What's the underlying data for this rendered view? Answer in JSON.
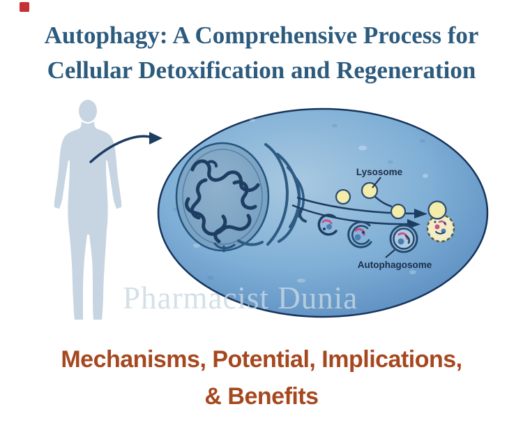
{
  "badge": {
    "color": "#c63131"
  },
  "title": {
    "line1": "Autophagy: A Comprehensive Process for",
    "line2": "Cellular Detoxification and Regeneration",
    "color": "#2d5b7e"
  },
  "illustration": {
    "human_color": "#c7d5e2",
    "arrow_color": "#1c3c60",
    "cell_border_color": "#17345c",
    "cell_fill_color": "#6f9fcd",
    "nucleus_fill_color": "#7fa6c6",
    "er_color": "#2d5b84",
    "chromatin_color": "#1d3e62",
    "lysosome_fill_color": "#f4eca9",
    "autolysosome_fill_color": "#f2edc6",
    "cargo_pink": "#c2558a",
    "cargo_blue": "#4d7db5",
    "label_color": "#1c2e4a",
    "labels": {
      "lysosome": "Lysosome",
      "autophagosome": "Autophagosome"
    }
  },
  "watermark": {
    "text": "Pharmacist Dunia",
    "color": "#c9d9e4"
  },
  "subtitle": {
    "line1": "Mechanisms, Potential, Implications,",
    "line2": "& Benefits",
    "color": "#a6481f"
  }
}
